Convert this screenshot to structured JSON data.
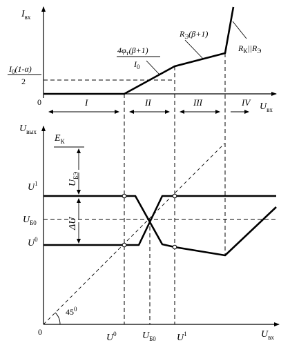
{
  "top": {
    "y_axis": {
      "main": "I",
      "sub": "вх"
    },
    "x_axis": {
      "main": "U",
      "sub": "вх"
    },
    "origin": "0",
    "left_level": {
      "num": "I",
      "num_sub": "0",
      "num_rest": "(1-α)",
      "den": "2"
    },
    "slope_II": {
      "num_a": "4φ",
      "num_sub": "т",
      "num_b": "(β+1)",
      "den": "I",
      "den_sub": "0"
    },
    "slope_III": {
      "a": "R",
      "sub": "Э",
      "b": "(β+1)"
    },
    "slope_IV": {
      "a": "R",
      "sub": "К",
      "mid": "||",
      "c": "R",
      "sub2": "Э"
    },
    "regions": [
      "I",
      "II",
      "III",
      "IV"
    ]
  },
  "bottom": {
    "y_axis": {
      "main": "U",
      "sub": "вых"
    },
    "x_axis": {
      "main": "U",
      "sub": "вх"
    },
    "origin": "0",
    "ek": {
      "main": "E",
      "sub": "К"
    },
    "ube": {
      "main": "U",
      "sub": "БЭ"
    },
    "delta_u": {
      "main": "ΔU"
    },
    "u1": {
      "main": "U",
      "sup": "1"
    },
    "ub0": {
      "main": "U",
      "sub": "Б0"
    },
    "u0": {
      "main": "U",
      "sup": "0"
    },
    "angle": {
      "text": "45",
      "sup": "0"
    },
    "x_u0": {
      "main": "U",
      "sup": "0"
    },
    "x_ub0": {
      "main": "U",
      "sub": "Б0"
    },
    "x_u1": {
      "main": "U",
      "sup": "1"
    }
  }
}
